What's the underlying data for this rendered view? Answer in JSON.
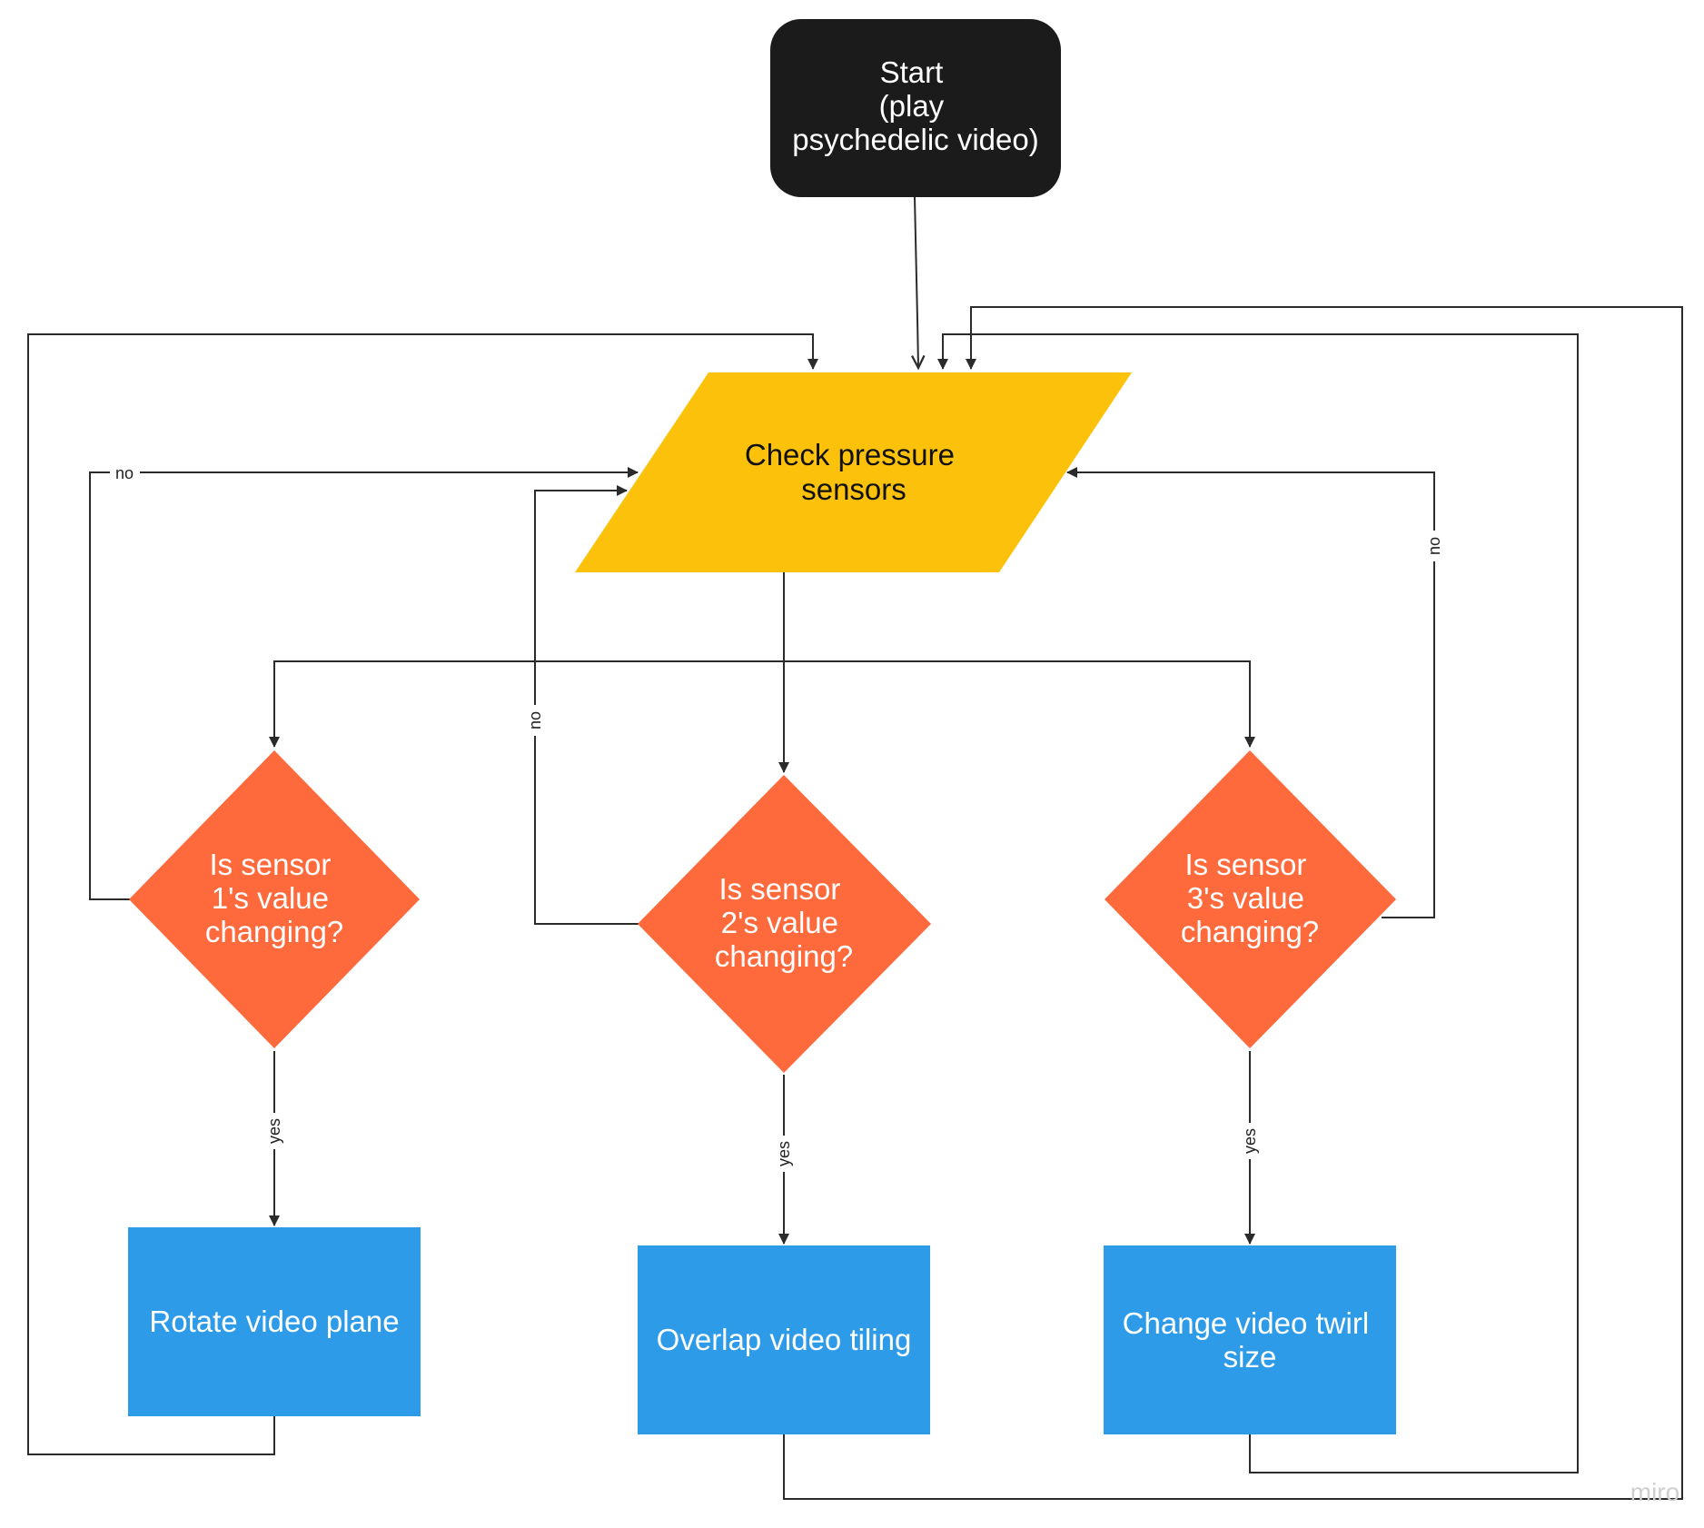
{
  "colors": {
    "start_fill": "#1b1b1b",
    "input_fill": "#fcc10a",
    "decision_fill": "#ff6a3d",
    "process_fill": "#2e9be9",
    "edge": "#2b2b2b"
  },
  "nodes": {
    "start": {
      "shape": "rounded-rectangle",
      "lines": [
        "Start",
        "(play",
        "psychedelic video)"
      ]
    },
    "check": {
      "shape": "parallelogram",
      "lines": [
        "Check pressure",
        "sensors"
      ]
    },
    "sensor1": {
      "shape": "diamond",
      "lines": [
        "Is sensor",
        "1's value",
        "changing?"
      ]
    },
    "sensor2": {
      "shape": "diamond",
      "lines": [
        "Is sensor",
        "2's value",
        "changing?"
      ]
    },
    "sensor3": {
      "shape": "diamond",
      "lines": [
        "Is sensor",
        "3's value",
        "changing?"
      ]
    },
    "rotate": {
      "shape": "rectangle",
      "lines": [
        "Rotate video plane"
      ]
    },
    "overlap": {
      "shape": "rectangle",
      "lines": [
        "Overlap video tiling"
      ]
    },
    "twirl": {
      "shape": "rectangle",
      "lines": [
        "Change video twirl",
        "size"
      ]
    }
  },
  "edge_labels": {
    "no1": "no",
    "no2": "no",
    "no3": "no",
    "yes1": "yes",
    "yes2": "yes",
    "yes3": "yes"
  },
  "edges": [
    {
      "from": "start",
      "to": "check"
    },
    {
      "from": "check",
      "to": "sensor1"
    },
    {
      "from": "check",
      "to": "sensor2"
    },
    {
      "from": "check",
      "to": "sensor3"
    },
    {
      "from": "sensor1",
      "to": "check",
      "label": "no"
    },
    {
      "from": "sensor2",
      "to": "check",
      "label": "no"
    },
    {
      "from": "sensor3",
      "to": "check",
      "label": "no"
    },
    {
      "from": "sensor1",
      "to": "rotate",
      "label": "yes"
    },
    {
      "from": "sensor2",
      "to": "overlap",
      "label": "yes"
    },
    {
      "from": "sensor3",
      "to": "twirl",
      "label": "yes"
    },
    {
      "from": "rotate",
      "to": "check"
    },
    {
      "from": "overlap",
      "to": "check"
    },
    {
      "from": "twirl",
      "to": "check"
    }
  ],
  "watermark": "miro"
}
